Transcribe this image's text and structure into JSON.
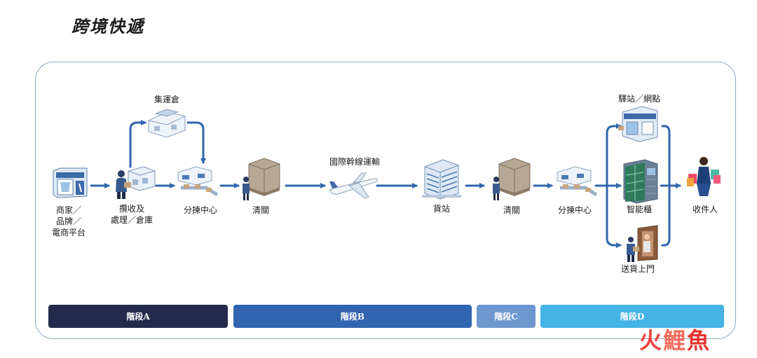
{
  "title": "跨境快遞",
  "nodes": {
    "merchant": [
      "商家／",
      "品牌／",
      "電商平台"
    ],
    "collection": [
      "攬收及",
      "處理／倉庫"
    ],
    "consolidation_warehouse": "集運倉",
    "sorting_center_1": "分揀中心",
    "customs_1": "清關",
    "linehaul": "國際幹線運輸",
    "cargo_station": "貨站",
    "customs_2": "清關",
    "sorting_center_2": "分揀中心",
    "station_outlet": "驛站／網點",
    "smart_locker": "智能櫃",
    "door_delivery": "送貨上門",
    "recipient": "收件人"
  },
  "stages": [
    {
      "label": "階段A",
      "color": "#252a4d"
    },
    {
      "label": "階段B",
      "color": "#3265b0"
    },
    {
      "label": "階段C",
      "color": "#6d97cf"
    },
    {
      "label": "階段D",
      "color": "#44b4e6"
    }
  ],
  "colors": {
    "arrow": "#2f66ad",
    "frame": "#8ea8c3"
  },
  "icons": [
    "shop-icon",
    "courier-warehouse-icon",
    "warehouse-icon",
    "sorting-conveyor-icon",
    "customs-pallet-icon",
    "airplane-icon",
    "cargo-building-icon",
    "locker-icon",
    "door-delivery-icon",
    "recipient-shopper-icon"
  ],
  "watermark": {
    "c1": "火",
    "c2": "鯉",
    "c3": "魚"
  }
}
